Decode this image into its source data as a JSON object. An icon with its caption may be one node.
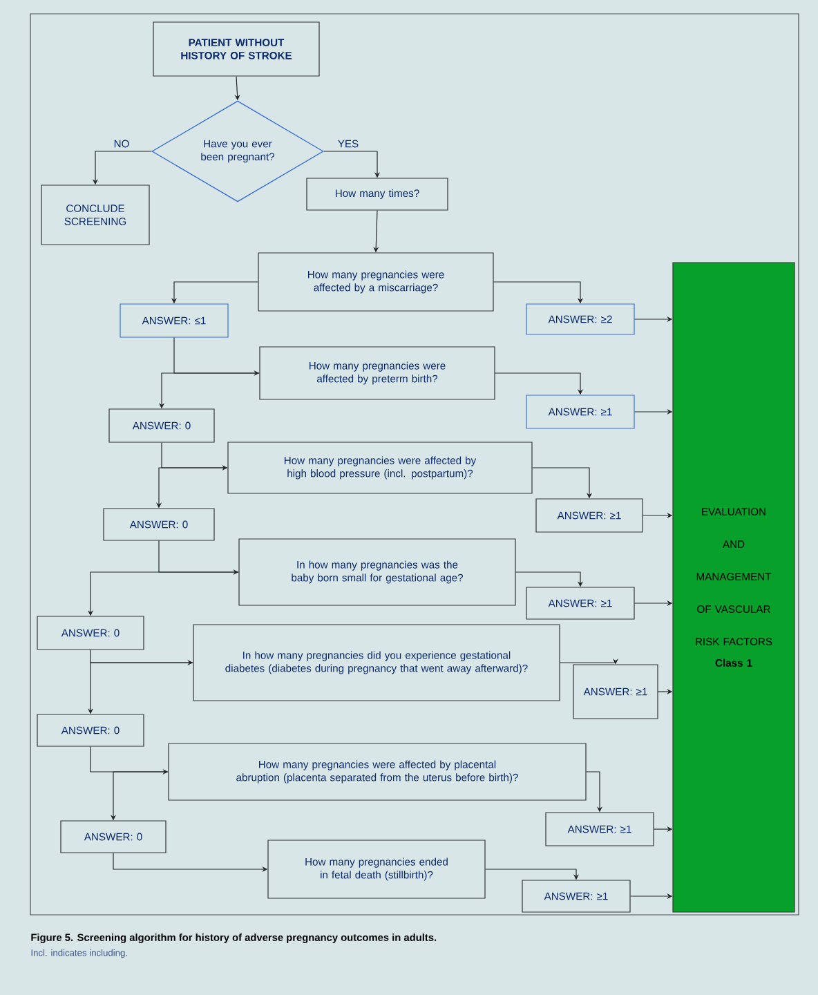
{
  "diagram": {
    "caption": "Figure 5. Screening algorithm for history of adverse pregnancy outcomes in adults.",
    "nodes": [
      {
        "text": [
          "PATIENT WITHOUT HISTORY OF STROKE"
        ]
      },
      {
        "text": [
          "Have you ever been pregnant?"
        ]
      },
      {
        "text": [
          "CONCLUDE SCREENING"
        ]
      },
      {
        "text": [
          "How many times?"
        ]
      },
      {
        "text": [
          "How many pregnancies were affected by a miscarriage?"
        ]
      },
      {
        "text": [
          "ANSWER: ≤1"
        ]
      },
      {
        "text": [
          "ANSWER: ≥2"
        ]
      },
      {
        "text": [
          "How many pregnancies were affected by preterm birth?"
        ]
      },
      {
        "text": [
          "ANSWER: 0"
        ]
      },
      {
        "text": [
          "ANSWER: ≥1"
        ]
      },
      {
        "text": [
          "How many pregnancies were affected by high blood pressure (incl. postpartum)?"
        ]
      },
      {
        "text": [
          "ANSWER: 0"
        ]
      },
      {
        "text": [
          "ANSWER: ≥1"
        ]
      },
      {
        "text": [
          "In how many pregnancies was the baby born small for gestational age?"
        ]
      },
      {
        "text": [
          "ANSWER: 0"
        ]
      },
      {
        "text": [
          "ANSWER: ≥1"
        ]
      },
      {
        "text": [
          "In how many pregnancies did you experience gestational diabetes (diabetes during pregnancy that went away afterward)?"
        ]
      },
      {
        "text": [
          "ANSWER: ≥1"
        ]
      },
      {
        "text": [
          "ANSWER: 0"
        ]
      },
      {
        "text": [
          "How many pregnancies were affected by placental abruption (placenta separated from the uterus before birth)?"
        ]
      },
      {
        "text": [
          "ANSWER: ≥1"
        ]
      },
      {
        "text": [
          "ANSWER: 0"
        ]
      },
      {
        "text": [
          "How many pregnancies ended in fetal death (stillbirth)?"
        ]
      },
      {
        "text": [
          "ANSWER: ≥1"
        ]
      },
      {
        "text": [
          "EVALUATION AND MANAGEMENT OF VASCULAR RISK FACTORS",
          "Class 1"
        ]
      }
    ],
    "edges": [
      {
        "from": 0,
        "to": 1,
        "arrow": "to"
      },
      {
        "from": 1,
        "to": 2,
        "arrow": "to",
        "label": "NO"
      },
      {
        "from": 1,
        "to": 3,
        "arrow": "to",
        "label": "YES"
      },
      {
        "from": 3,
        "to": 4,
        "arrow": "to"
      },
      {
        "from": 4,
        "to": 5,
        "arrow": "to"
      },
      {
        "from": 4,
        "to": 6,
        "arrow": "to"
      },
      {
        "from": 5,
        "to": 7,
        "arrow": "to"
      },
      {
        "from": 7,
        "to": 8,
        "arrow": "to"
      },
      {
        "from": 7,
        "to": 9,
        "arrow": "to"
      },
      {
        "from": 8,
        "to": 10,
        "arrow": "to"
      },
      {
        "from": 10,
        "to": 11,
        "arrow": "to"
      },
      {
        "from": 10,
        "to": 12,
        "arrow": "to"
      },
      {
        "from": 11,
        "to": 13,
        "arrow": "to"
      },
      {
        "from": 13,
        "to": 14,
        "arrow": "to"
      },
      {
        "from": 13,
        "to": 15,
        "arrow": "to"
      },
      {
        "from": 14,
        "to": 16,
        "arrow": "to"
      },
      {
        "from": 16,
        "to": 18,
        "arrow": "to"
      },
      {
        "from": 16,
        "to": 17,
        "arrow": "to"
      },
      {
        "from": 18,
        "to": 19,
        "arrow": "to"
      },
      {
        "from": 19,
        "to": 21,
        "arrow": "to"
      },
      {
        "from": 19,
        "to": 20,
        "arrow": "to"
      },
      {
        "from": 21,
        "to": 22,
        "arrow": "to"
      },
      {
        "from": 22,
        "to": 23,
        "arrow": "to"
      },
      {
        "from": 6,
        "to": 24,
        "arrow": "to"
      },
      {
        "from": 9,
        "to": 24,
        "arrow": "to"
      },
      {
        "from": 12,
        "to": 24,
        "arrow": "to"
      },
      {
        "from": 15,
        "to": 24,
        "arrow": "to"
      },
      {
        "from": 17,
        "to": 24,
        "arrow": "to"
      },
      {
        "from": 20,
        "to": 24,
        "arrow": "to"
      },
      {
        "from": 23,
        "to": 24,
        "arrow": "to"
      }
    ],
    "labels": [
      "Incl. indicates including."
    ]
  }
}
